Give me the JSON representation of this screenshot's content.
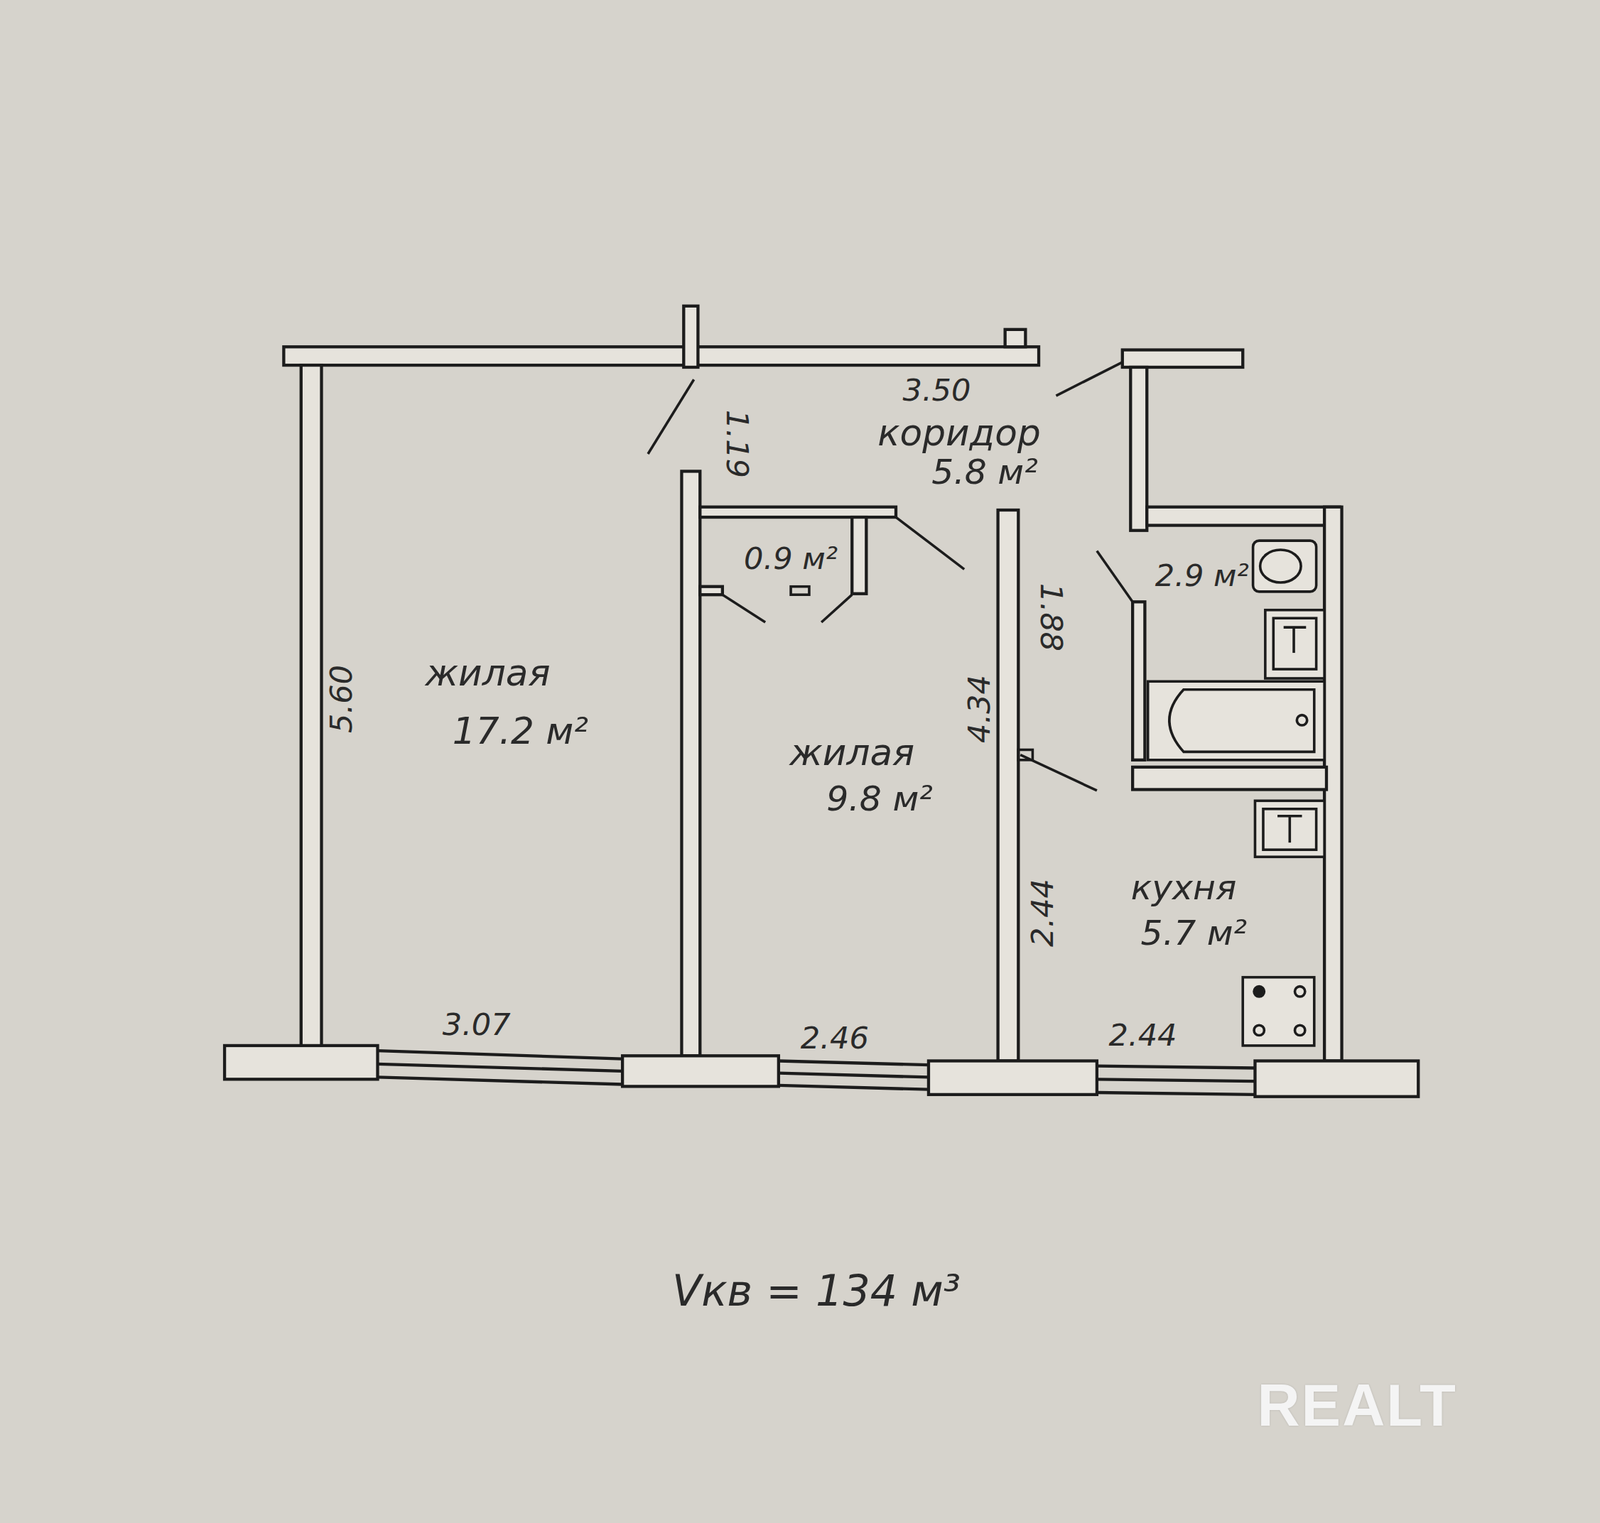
{
  "diagram": {
    "labels": [
      "3.50",
      "коридор",
      "5.8 м²",
      "1.19",
      "0.9 м²",
      "2.9 м²",
      "1.88",
      "5.60",
      "жилая",
      "17.2 м²",
      "жилая",
      "9.8 м²",
      "4.34",
      "2.44",
      "кухня",
      "5.7 м²",
      "3.07",
      "2.46",
      "2.44",
      "Vкв = 134 м³",
      "REALT"
    ]
  }
}
